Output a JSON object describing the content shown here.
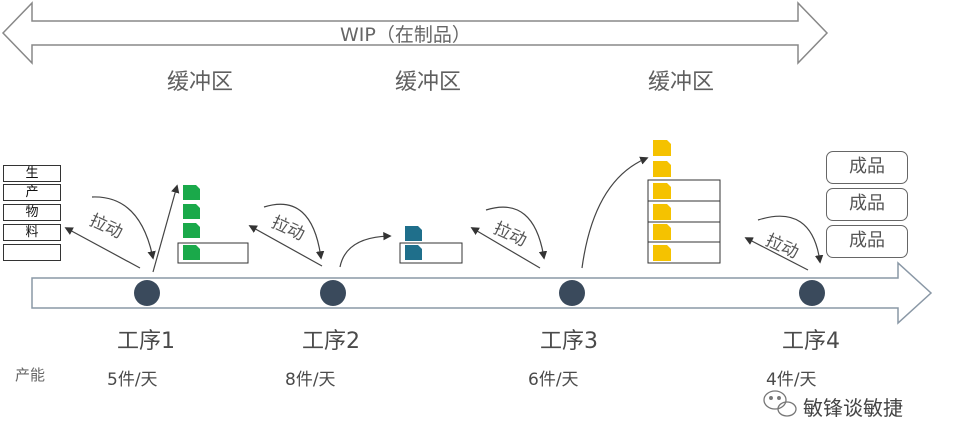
{
  "wip_label": "WIP（在制品）",
  "buffers": [
    "缓冲区",
    "缓冲区",
    "缓冲区"
  ],
  "stations": [
    {
      "name": "工序1",
      "capacity": "5件/天"
    },
    {
      "name": "工序2",
      "capacity": "8件/天"
    },
    {
      "name": "工序3",
      "capacity": "6件/天"
    },
    {
      "name": "工序4",
      "capacity": "4件/天"
    }
  ],
  "capacity_label": "产能",
  "raw_material": [
    "生",
    "产",
    "物",
    "料",
    ""
  ],
  "pull_label": "拉动",
  "finished_goods": [
    "成品",
    "成品",
    "成品"
  ],
  "watermark": "敏锋谈敏捷",
  "colors": {
    "green": "#1aa94a",
    "teal": "#1f6f8b",
    "yellow": "#f5c200",
    "node": "#3a4a5c"
  }
}
